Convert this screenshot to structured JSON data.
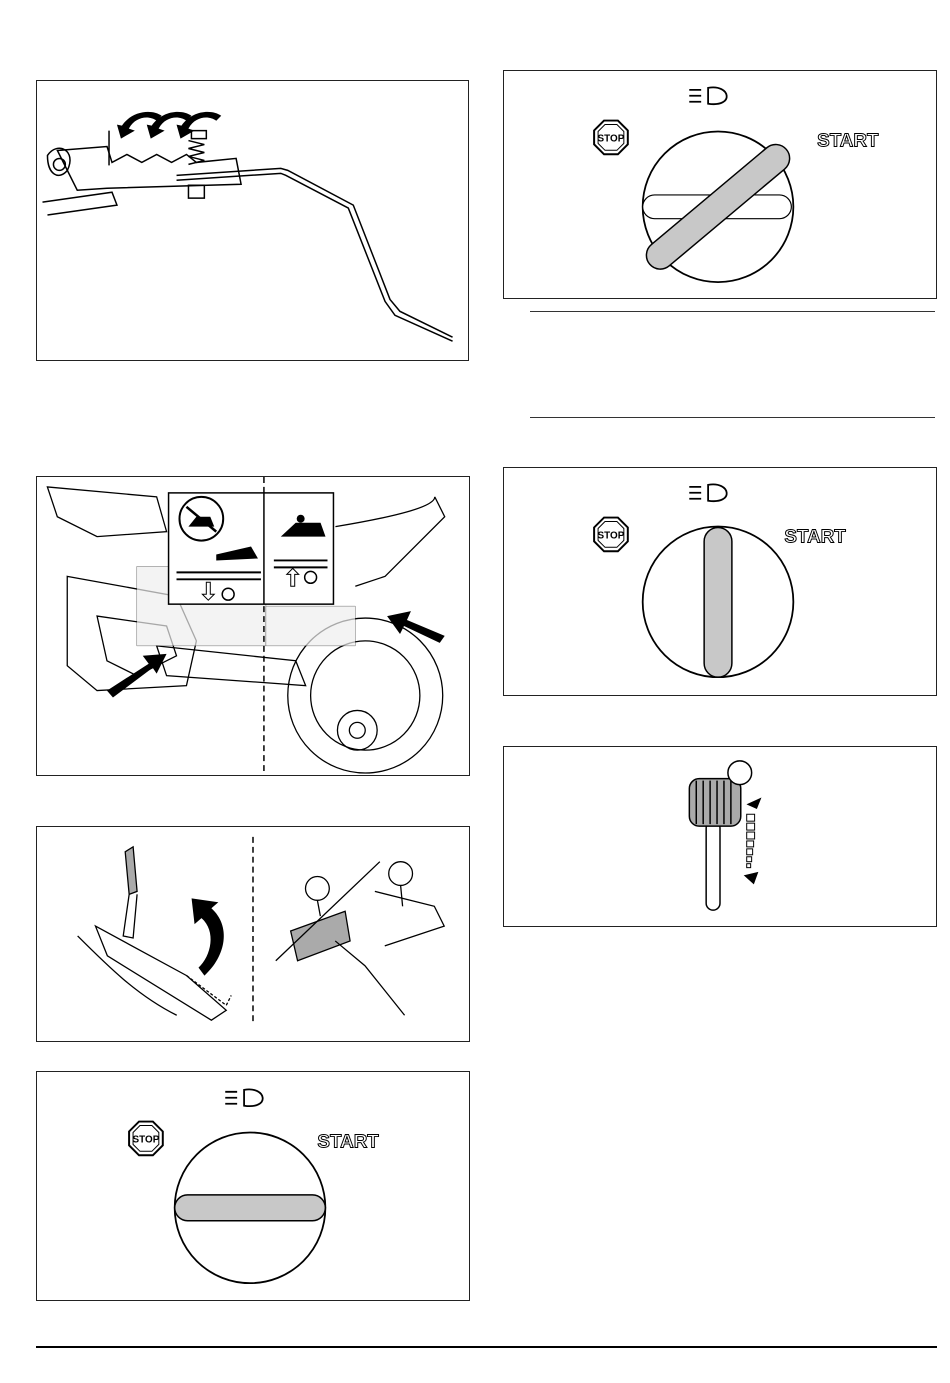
{
  "figures": {
    "ignition_1": {
      "stop_label": "STOP",
      "start_label": "START",
      "key_position": "diagonal"
    },
    "ignition_2": {
      "stop_label": "STOP",
      "start_label": "START",
      "key_position": "vertical"
    },
    "ignition_3": {
      "stop_label": "STOP",
      "start_label": "START",
      "key_position": "horizontal"
    }
  },
  "icons": [
    "headlight-icon",
    "stop-sign-icon",
    "no-rider-icon",
    "rider-icon",
    "arrow-icon",
    "choke-icon"
  ],
  "colors": {
    "key_fill": "#c8c8c8",
    "line": "#000000",
    "frame": "#222222"
  }
}
